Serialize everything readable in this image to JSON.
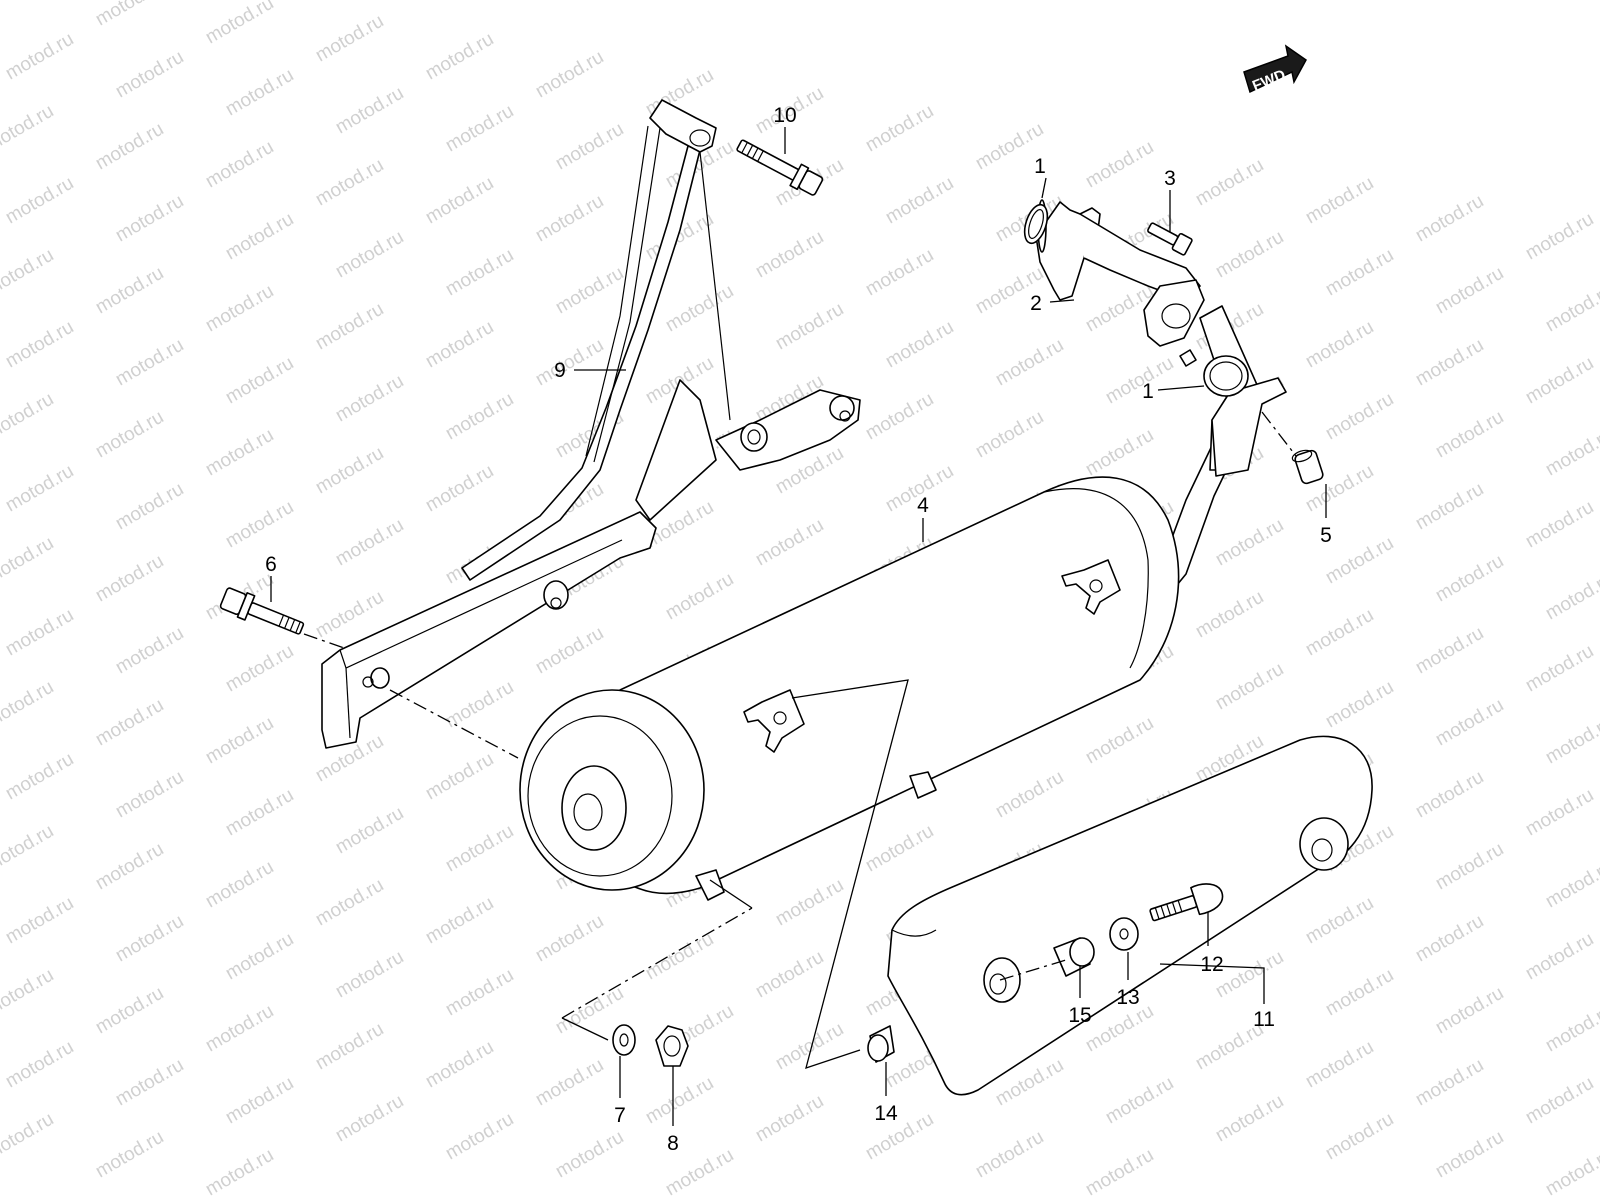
{
  "watermark": {
    "text": "motod.ru"
  },
  "fwd_badge": {
    "label": "FWD"
  },
  "callouts": [
    {
      "id": "1",
      "label": "1"
    },
    {
      "id": "1b",
      "label": "1"
    },
    {
      "id": "2",
      "label": "2"
    },
    {
      "id": "3",
      "label": "3"
    },
    {
      "id": "4",
      "label": "4"
    },
    {
      "id": "5",
      "label": "5"
    },
    {
      "id": "6",
      "label": "6"
    },
    {
      "id": "7",
      "label": "7"
    },
    {
      "id": "8",
      "label": "8"
    },
    {
      "id": "9",
      "label": "9"
    },
    {
      "id": "10",
      "label": "10"
    },
    {
      "id": "11",
      "label": "11"
    },
    {
      "id": "12",
      "label": "12"
    },
    {
      "id": "13",
      "label": "13"
    },
    {
      "id": "14",
      "label": "14"
    },
    {
      "id": "15",
      "label": "15"
    }
  ]
}
